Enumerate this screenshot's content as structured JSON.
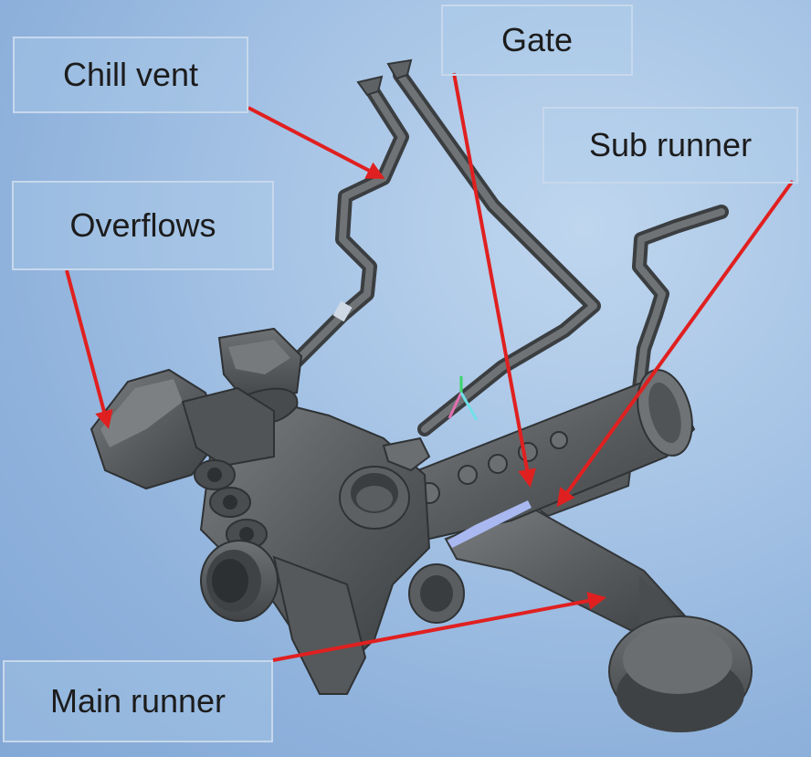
{
  "labels": {
    "chill_vent": "Chill vent",
    "gate": "Gate",
    "sub_runner": "Sub runner",
    "overflows": "Overflows",
    "main_runner": "Main runner"
  },
  "colors": {
    "arrow": "#e02020",
    "casting": "#5a5e60",
    "casting_dark": "#3a3d3f",
    "gate_highlight": "#a9b8f0"
  }
}
